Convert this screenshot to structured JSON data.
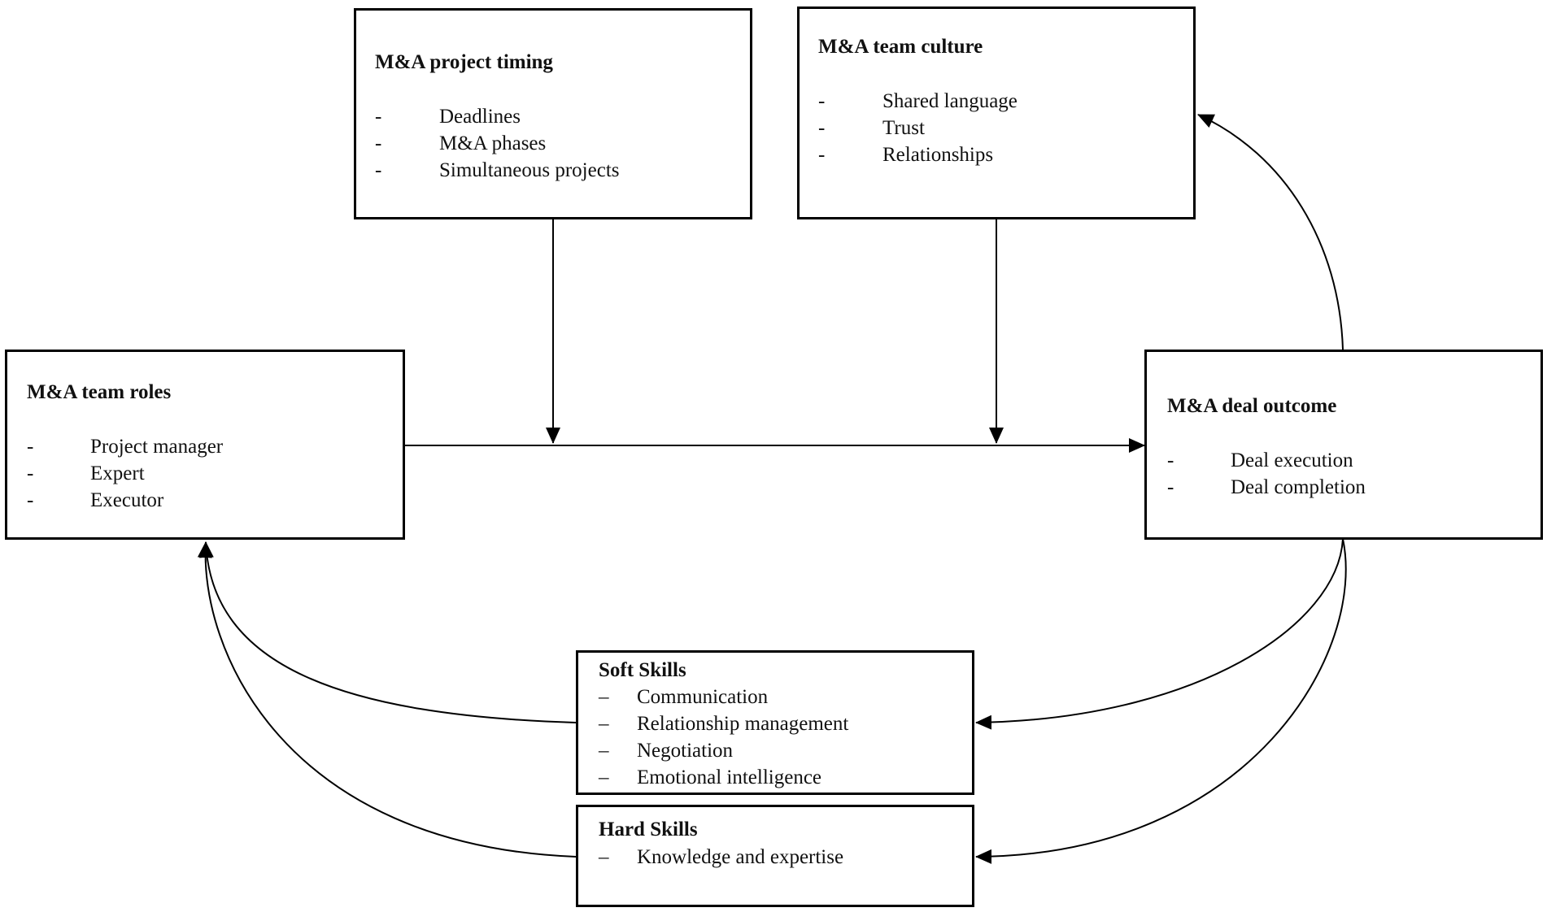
{
  "colors": {
    "line": "#000000",
    "background": "#ffffff"
  },
  "boxes": {
    "timing": {
      "title": "M&A project timing",
      "items": [
        "Deadlines",
        "M&A phases",
        "Simultaneous projects"
      ]
    },
    "culture": {
      "title": "M&A team culture",
      "items": [
        "Shared language",
        "Trust",
        "Relationships"
      ]
    },
    "roles": {
      "title": "M&A team roles",
      "items": [
        "Project manager",
        "Expert",
        "Executor"
      ]
    },
    "outcome": {
      "title": "M&A deal outcome",
      "items": [
        "Deal execution",
        "Deal completion"
      ]
    },
    "soft": {
      "title": "Soft Skills",
      "items": [
        "Communication",
        "Relationship management",
        "Negotiation",
        "Emotional intelligence"
      ]
    },
    "hard": {
      "title": "Hard Skills",
      "items": [
        "Knowledge and expertise"
      ]
    }
  },
  "markers": {
    "hyphen": "-",
    "en_dash": "–"
  }
}
